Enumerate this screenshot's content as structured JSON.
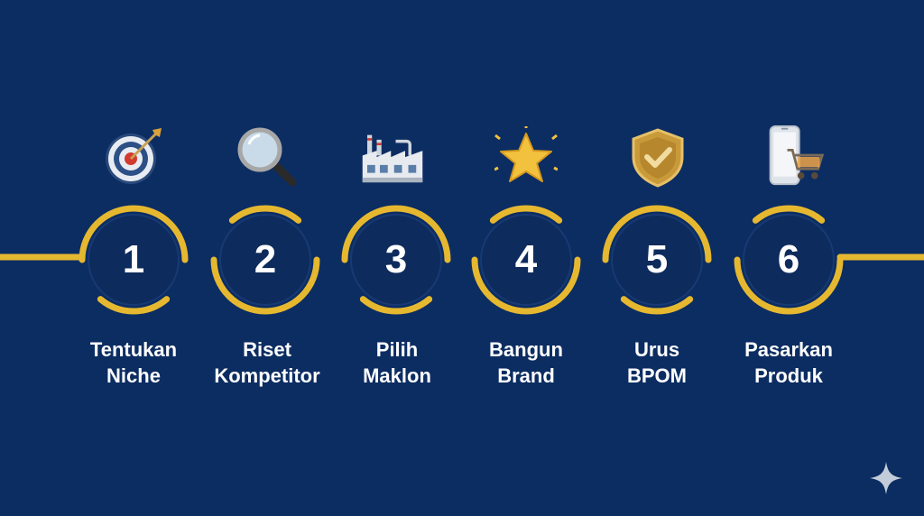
{
  "colors": {
    "background": "#0c2d62",
    "accent": "#e6b830",
    "text": "#ffffff"
  },
  "steps": [
    {
      "number": "1",
      "label_line1": "Tentukan",
      "label_line2": "Niche",
      "icon": "target-icon"
    },
    {
      "number": "2",
      "label_line1": "Riset",
      "label_line2": "Kompetitor",
      "icon": "magnifying-glass-icon"
    },
    {
      "number": "3",
      "label_line1": "Pilih",
      "label_line2": "Maklon",
      "icon": "factory-icon"
    },
    {
      "number": "4",
      "label_line1": "Bangun",
      "label_line2": "Brand",
      "icon": "star-icon"
    },
    {
      "number": "5",
      "label_line1": "Urus",
      "label_line2": "BPOM",
      "icon": "shield-check-icon"
    },
    {
      "number": "6",
      "label_line1": "Pasarkan",
      "label_line2": "Produk",
      "icon": "phone-cart-icon"
    }
  ]
}
